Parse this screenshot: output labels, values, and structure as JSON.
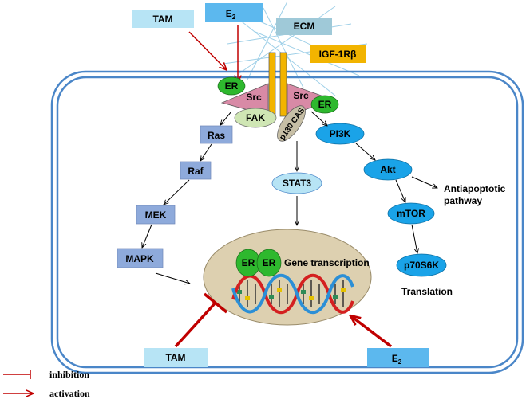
{
  "stimuli": {
    "tam_top": "TAM",
    "e2_top_base": "E",
    "e2_top_sub": "2",
    "ecm": "ECM",
    "receptor": "IGF-1Rβ",
    "tam_bottom": "TAM",
    "e2_bottom_base": "E",
    "e2_bottom_sub": "2"
  },
  "membrane": {
    "er_left": "ER",
    "er_right": "ER",
    "src_left": "Src",
    "src_right": "Src",
    "fak": "FAK",
    "p130": "p130 CAS"
  },
  "mapk_pathway": [
    "Ras",
    "Raf",
    "MEK",
    "MAPK"
  ],
  "stat_pathway": [
    "STAT3"
  ],
  "pi3k_pathway": [
    "PI3K",
    "Akt",
    "mTOR",
    "p70S6K"
  ],
  "outcomes": {
    "antiapoptotic_line1": "Antiapoptotic",
    "antiapoptotic_line2": "pathway",
    "translation": "Translation"
  },
  "nucleus": {
    "er_1": "ER",
    "er_2": "ER",
    "label": "Gene transcription"
  },
  "legend": {
    "inhibition": "inhibition",
    "activation": "activation"
  },
  "colors": {
    "membrane": "#4a86c8",
    "inhibit_activate": "#c00000",
    "er_green": "#2eb82e",
    "src_pink": "#d88aa6",
    "receptor_orange": "#f2b400",
    "mapk_box": "#8eaadb",
    "pi3k_oval": "#1aa3e8",
    "stat3_oval": "#b7e4f5",
    "nucleus_fill": "#ddd0b0",
    "tam_box": "#b7e4f5",
    "e2_box": "#5cb8ee",
    "ecm_box": "#9fc9d8"
  }
}
